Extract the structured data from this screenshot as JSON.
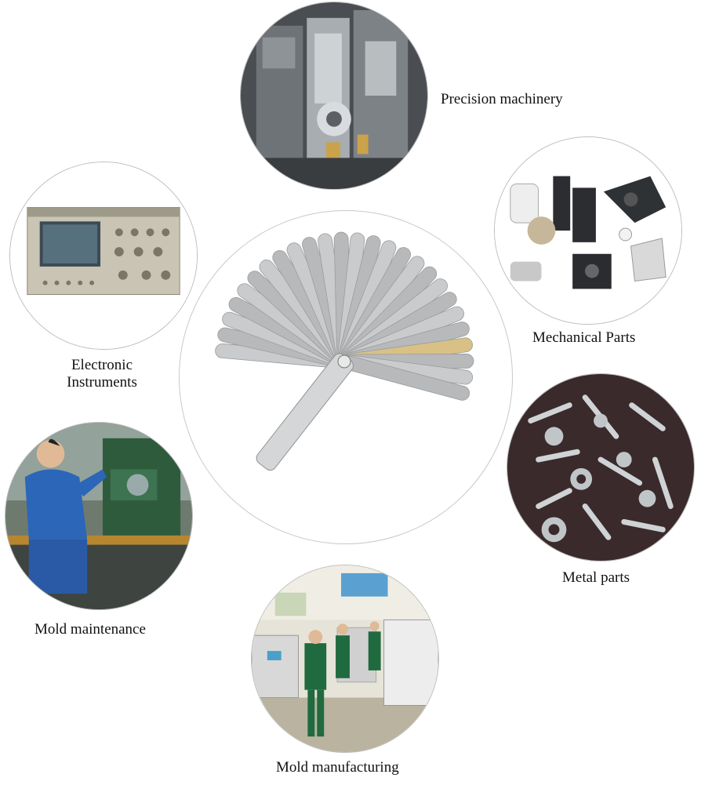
{
  "labels": {
    "precision": "Precision machinery",
    "mechanical": "Mechanical Parts",
    "electronic_line1": "Electronic",
    "electronic_line2": "Instruments",
    "metal": "Metal parts",
    "mold_maintenance": "Mold maintenance",
    "mold_manufacturing": "Mold manufacturing"
  },
  "images": {
    "center": "feeler-gauge-set",
    "precision": "precision-machinery-photo",
    "electronic": "oscilloscope-photo",
    "mechanical": "mechanical-parts-photo",
    "metal": "metal-parts-photo",
    "mold_maintenance": "worker-at-milling-machine-photo",
    "mold_manufacturing": "workshop-workers-photo"
  }
}
